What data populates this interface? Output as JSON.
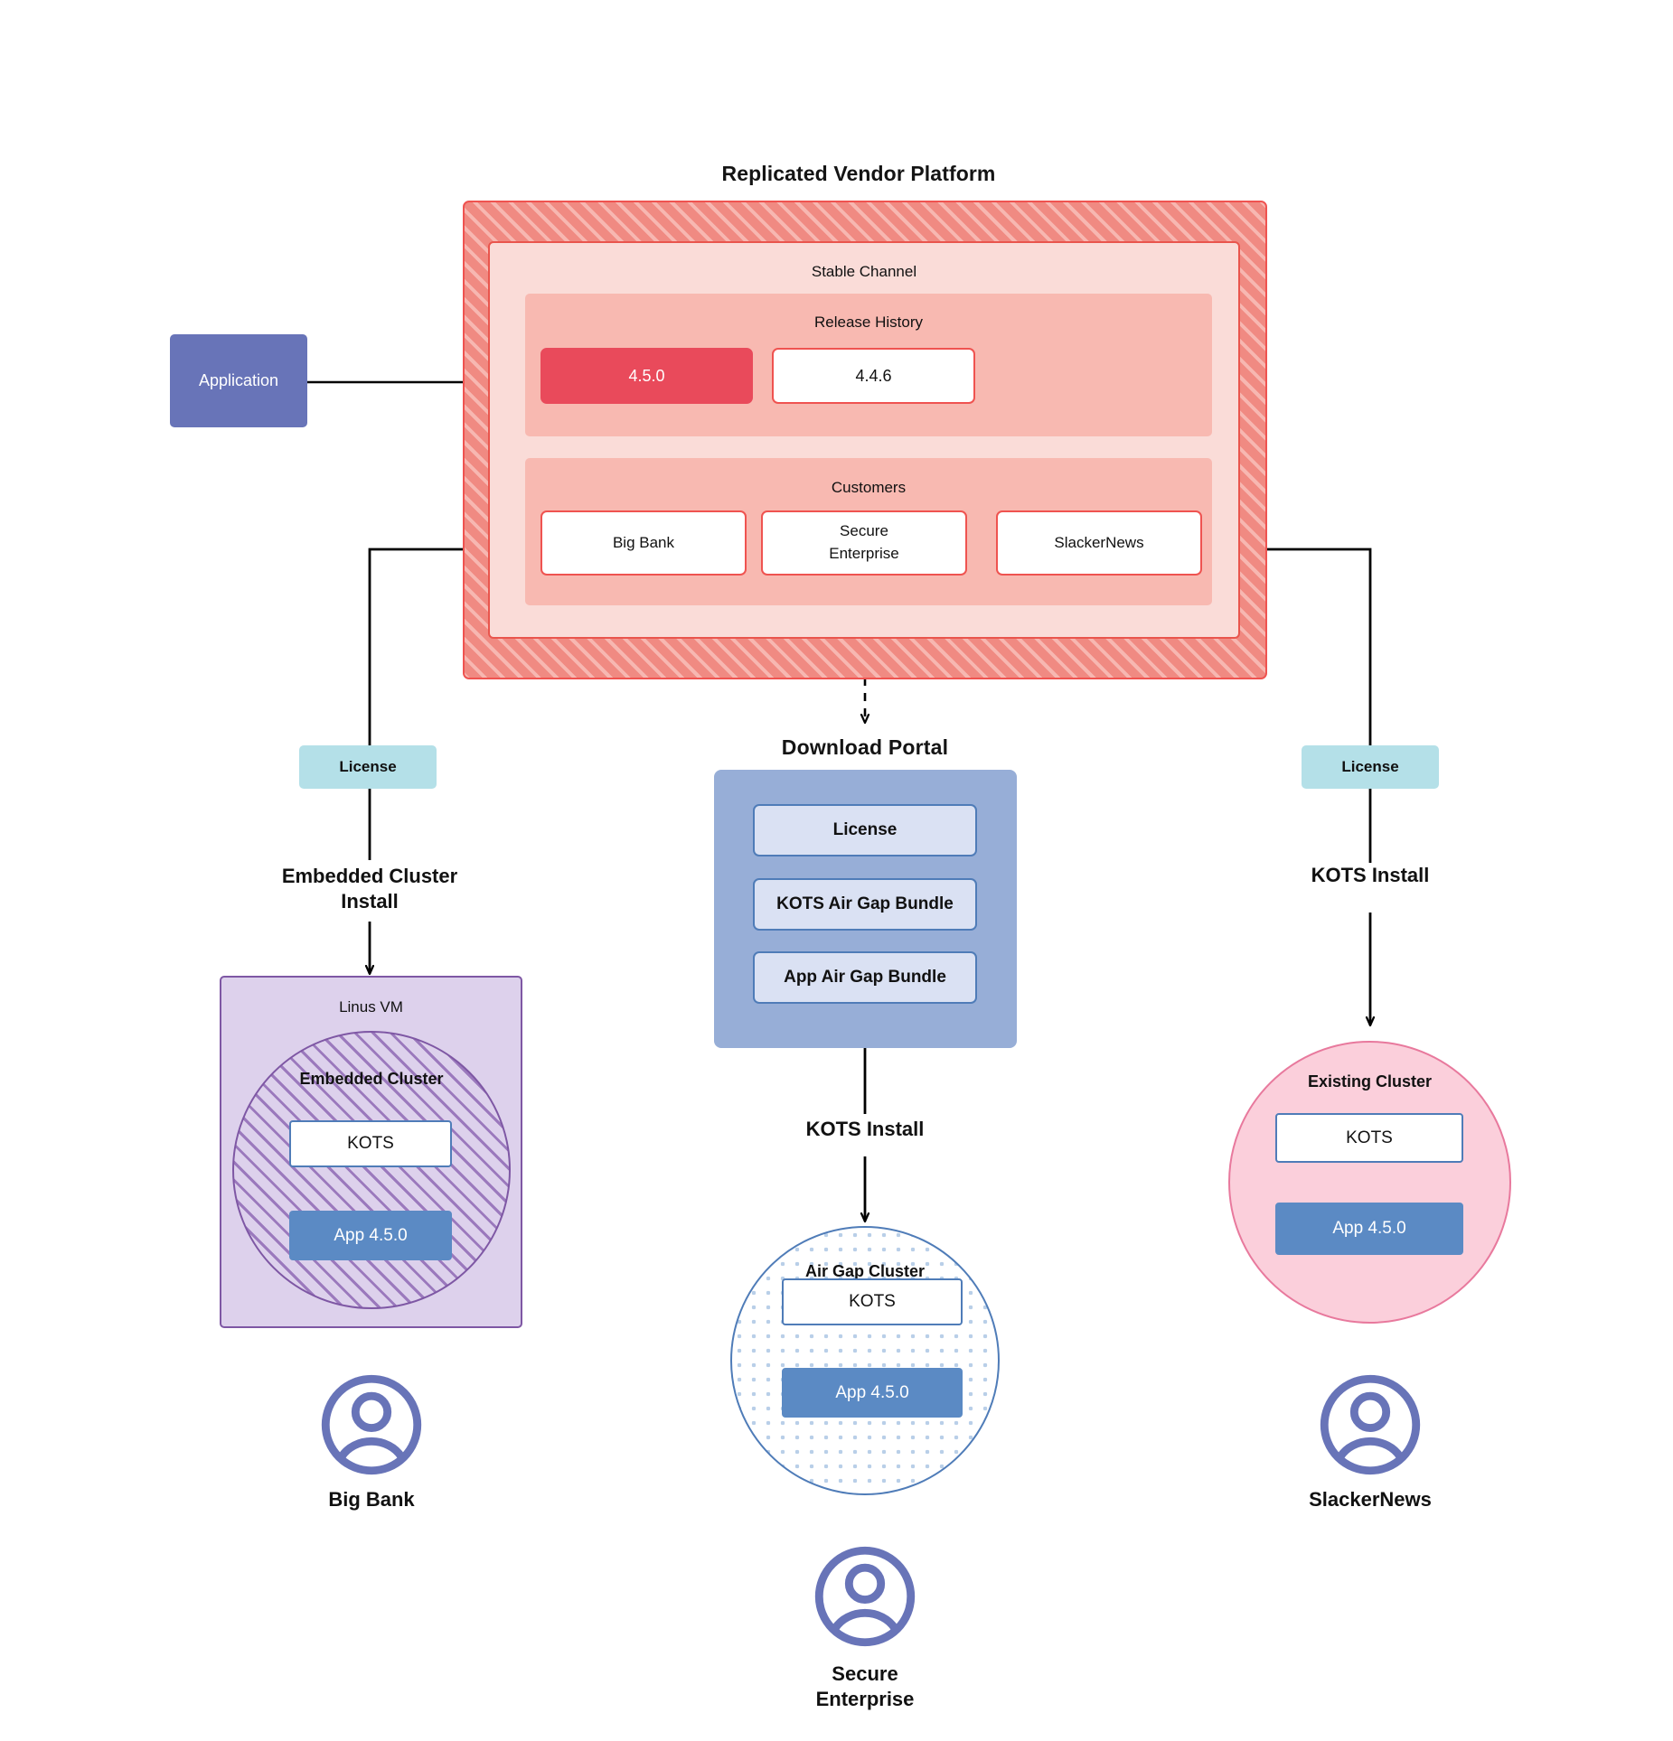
{
  "diagram": {
    "title": "Replicated Vendor Platform"
  },
  "application": {
    "label": "Application"
  },
  "vendor_platform": {
    "title": "Replicated Vendor Platform",
    "channel": {
      "title": "Stable Channel",
      "release_history": {
        "title": "Release History",
        "releases": [
          {
            "version": "4.5.0",
            "selected": true
          },
          {
            "version": "4.4.6",
            "selected": false
          }
        ]
      },
      "customers": {
        "title": "Customers",
        "items": [
          {
            "name": "Big Bank"
          },
          {
            "name": "Secure\nEnterprise"
          },
          {
            "name": "SlackerNews"
          }
        ]
      }
    }
  },
  "branches": {
    "left": {
      "license_label": "License",
      "install_label": "Embedded Cluster\nInstall",
      "vm": {
        "title": "Linus VM",
        "cluster_title": "Embedded Cluster",
        "kots_label": "KOTS",
        "app_label": "App 4.5.0"
      },
      "customer_name": "Big Bank"
    },
    "center": {
      "portal_title": "Download  Portal",
      "portal_items": [
        {
          "label": "License"
        },
        {
          "label": "KOTS Air Gap Bundle"
        },
        {
          "label": "App Air Gap Bundle"
        }
      ],
      "install_label": "KOTS Install",
      "cluster": {
        "title": "Air Gap Cluster",
        "kots_label": "KOTS",
        "app_label": "App 4.5.0"
      },
      "customer_name": "Secure\nEnterprise"
    },
    "right": {
      "license_label": "License",
      "install_label": "KOTS Install",
      "cluster": {
        "title": "Existing Cluster",
        "kots_label": "KOTS",
        "app_label": "App 4.5.0"
      },
      "customer_name": "SlackerNews"
    }
  },
  "colors": {
    "platform_hatch": "#f08a82",
    "platform_border": "#ef5350",
    "channel_fill": "#fadcd8",
    "band_fill": "#f8b9b1",
    "release_selected": "#e94a5b",
    "application": "#6874b8",
    "license": "#b4e0e8",
    "portal": "#97aed7",
    "portal_item": "#dae1f3",
    "vm_fill": "#ddd1ec",
    "vm_border": "#7e57a4",
    "kots_border": "#4f7cb8",
    "app_version": "#5b8ac4",
    "existing_cluster": "#fbcfdb",
    "existing_cluster_border": "#e8799d",
    "avatar": "#6874b8"
  }
}
